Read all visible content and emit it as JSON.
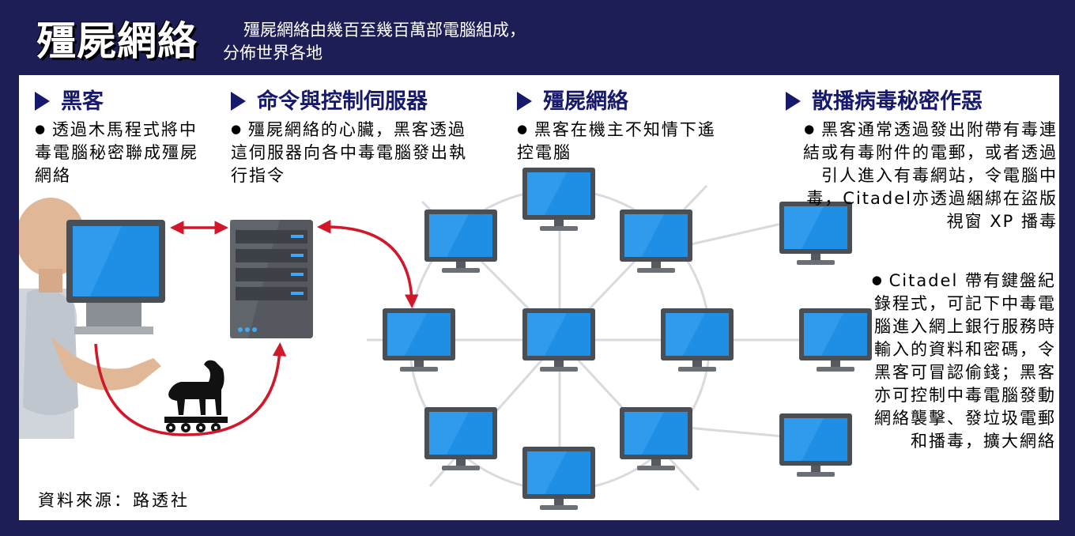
{
  "title": "殭屍網絡",
  "intro": "殭屍網絡由幾百至幾百萬部電腦組成，分佈世界各地",
  "sections": {
    "hacker": {
      "heading": "黑客",
      "text": "透過木馬程式將中毒電腦秘密聯成殭屍網絡"
    },
    "server": {
      "heading": "命令與控制伺服器",
      "text": "殭屍網絡的心臟，黑客透過這伺服器向各中毒電腦發出執行指令"
    },
    "botnet": {
      "heading": "殭屍網絡",
      "text": "黑客在機主不知情下遙控電腦"
    },
    "spread": {
      "heading": "散播病毒秘密作惡",
      "text1": "黑客通常透過發出附帶有毒連結或有毒附件的電郵，或者透過引人進入有毒網站，令電腦中毒，Citadel亦透過綑綁在盜版視窗 XP 播毒",
      "text2": "Citadel 帶有鍵盤紀錄程式，可記下中毒電腦進入網上銀行服務時輸入的資料和密碼，令黑客可冒認偷錢；黑客亦可控制中毒電腦發動網絡襲擊、發垃圾電郵和播毒，擴大網絡"
    }
  },
  "source": "資料來源：路透社",
  "colors": {
    "background": "#1e1e56",
    "heading": "#17196b",
    "arrow": "#d3172b",
    "screen": "#1f8fe6",
    "monitor": "#4a4e55"
  },
  "icons": [
    "hacker-figure",
    "hacker-monitor",
    "server-tower",
    "trojan-horse",
    "monitor-icon"
  ]
}
